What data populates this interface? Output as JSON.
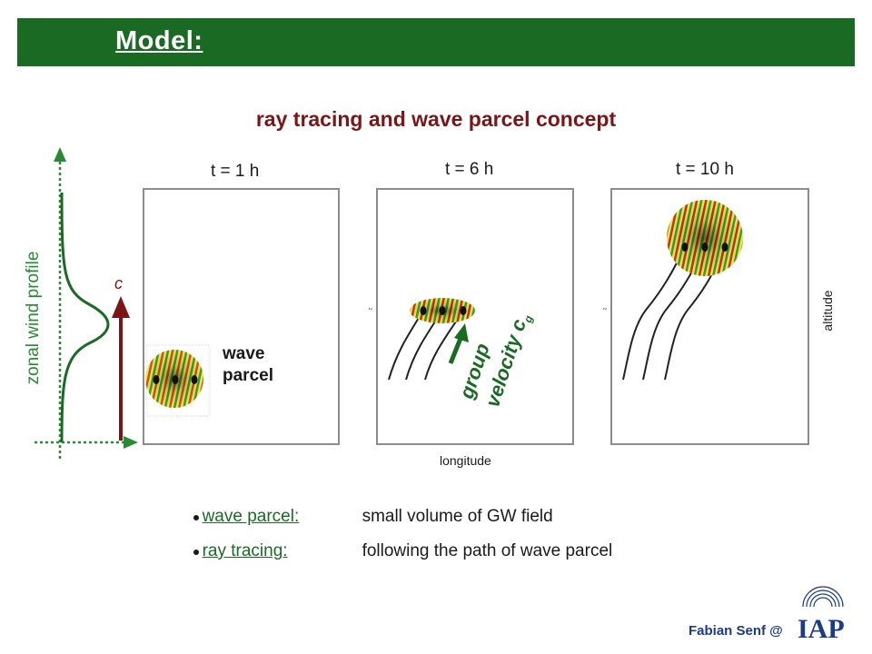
{
  "header": {
    "title": "Model:"
  },
  "slide_title": "ray tracing and wave parcel concept",
  "panels": [
    {
      "time_label": "t = 1 h"
    },
    {
      "time_label": "t = 6 h"
    },
    {
      "time_label": "t = 10 h"
    }
  ],
  "labels": {
    "wave_parcel": [
      "wave",
      "parcel"
    ],
    "longitude": "longitude",
    "altitude": "altitude",
    "zonal_wind_profile": "zonal wind profile",
    "c": "c",
    "group_velocity_line1": "group",
    "group_velocity_line2": "velocity c",
    "group_velocity_sub": "g",
    "z_tick": "z"
  },
  "bullets": [
    {
      "term": "wave parcel:",
      "definition": "small volume of GW field"
    },
    {
      "term": "ray tracing:",
      "definition": "following the path of wave parcel"
    }
  ],
  "footer": {
    "author": "Fabian Senf @",
    "logo_text": "IAP"
  },
  "colors": {
    "header_green": "#1b6a24",
    "title_red": "#7a1616",
    "wind_green": "#2a8a34",
    "logo_blue": "#1b3a8a"
  }
}
